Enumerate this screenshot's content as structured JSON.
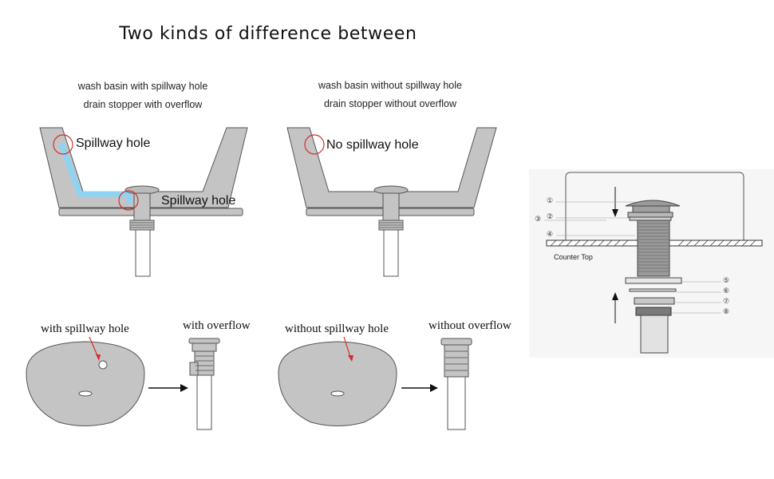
{
  "title": "Two kinds of difference between",
  "left_panel": {
    "caption_line1": "wash basin with spillway hole",
    "caption_line2": "drain stopper with overflow",
    "label_top": "Spillway hole",
    "label_bottom": "Spillway hole"
  },
  "right_panel": {
    "caption_line1": "wash basin without spillway hole",
    "caption_line2": "drain stopper without overflow",
    "label_top": "No spillway hole"
  },
  "bottom_left": {
    "basin_label": "with spillway hole",
    "drain_label": "with overflow"
  },
  "bottom_right": {
    "basin_label": "without spillway hole",
    "drain_label": "without overflow"
  },
  "install_diagram": {
    "parts": [
      "①",
      "②",
      "③",
      "④",
      "⑤",
      "⑥",
      "⑦",
      "⑧"
    ],
    "counter_label": "Counter Top"
  },
  "colors": {
    "basin_fill": "#c4c4c4",
    "outline": "#555555",
    "channel": "#8fd3f4",
    "marker": "#d92b2b",
    "arrow": "#111111"
  }
}
